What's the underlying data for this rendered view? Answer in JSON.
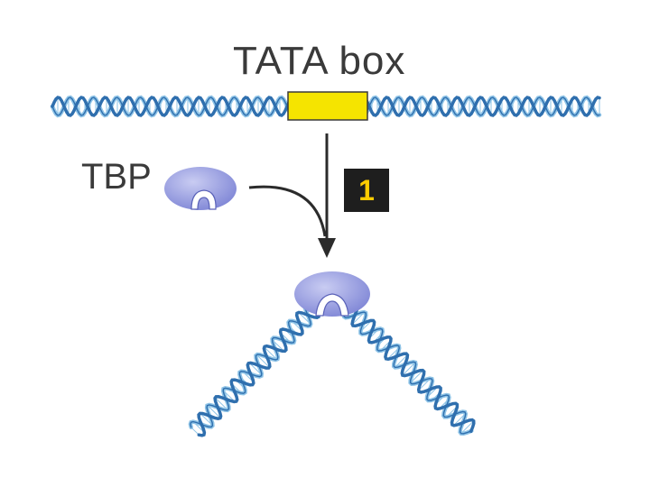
{
  "labels": {
    "tata_box": "TATA box",
    "tbp": "TBP",
    "step_number": "1"
  },
  "colors": {
    "dna_strand_dark": "#2f6fae",
    "dna_strand_light": "#8ec3e6",
    "tata_box_fill": "#f5e400",
    "tata_box_stroke": "#3a3a3a",
    "tbp_fill": "#7f86d6",
    "tbp_highlight": "#c9ccf2",
    "arrow": "#2b2b2b",
    "badge_background": "#1e1e1e",
    "badge_text": "#ffcc00"
  }
}
